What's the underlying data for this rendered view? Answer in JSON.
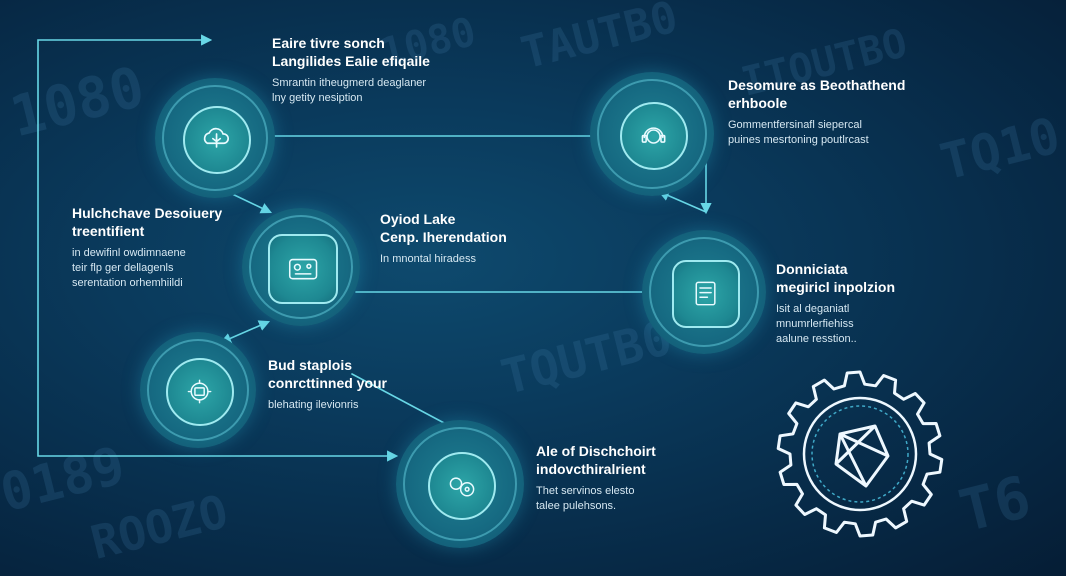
{
  "nodes": [
    {
      "key": "n1",
      "title": [
        "Eaire tivre sonch",
        "Langilides Ealie efiqaile"
      ],
      "desc": [
        "Smrantin itheugmerd deaglaner",
        "lny getity nesiption"
      ]
    },
    {
      "key": "n2",
      "title": [
        "Hulchchave Desoiuery",
        "treentifient"
      ],
      "desc": [
        "in dewifinl owdimnaene",
        "teir flp ger dellagenls",
        "serentation orhemhiildi"
      ]
    },
    {
      "key": "n3",
      "title": [
        "Oyiod Lake",
        "Cenp. Iherendation"
      ],
      "desc": [
        "In mnontal hiradess"
      ]
    },
    {
      "key": "n4",
      "title": [
        "Bud staplois",
        "conrcttinned your"
      ],
      "desc": [
        "blehating ilevionris"
      ]
    },
    {
      "key": "n5",
      "title": [
        "Desomure as Beothathend",
        "erhboole"
      ],
      "desc": [
        "Gommentfersinafl siepercal",
        "puines mesrtoning poutlrcast"
      ]
    },
    {
      "key": "n6",
      "title": [
        "Donniciata",
        "megiricl inpolzion"
      ],
      "desc": [
        "Isit al deganiatl",
        "mnumrlerfiehiss",
        "aalune resstion.."
      ]
    },
    {
      "key": "n7",
      "title": [
        "Ale of Dischchoirt",
        "indovcthiralrient"
      ],
      "desc": [
        "Thet servinos elesto",
        "talee pulehsons."
      ]
    }
  ],
  "icons": {
    "n1": "cloud-tree-icon",
    "n2": "dashboard-screen-icon",
    "n3": "calendar-tablet-icon",
    "n4": "gear-scroll-icon",
    "n5": "headset-face-icon",
    "n6": "document-icon",
    "n7": "cells-network-icon",
    "gear": "crystal-gear-icon"
  },
  "background_watermark": [
    "TAUTB0",
    "ITOUTBO",
    "1080",
    "TQUTB0",
    "TQ10",
    "0189",
    "ROOZO",
    "T6",
    "1080"
  ],
  "colors": {
    "accent": "#5fd3e0",
    "connector": "#68d7e6",
    "node_core": "#1e8892",
    "background": "#0a3a5c"
  }
}
